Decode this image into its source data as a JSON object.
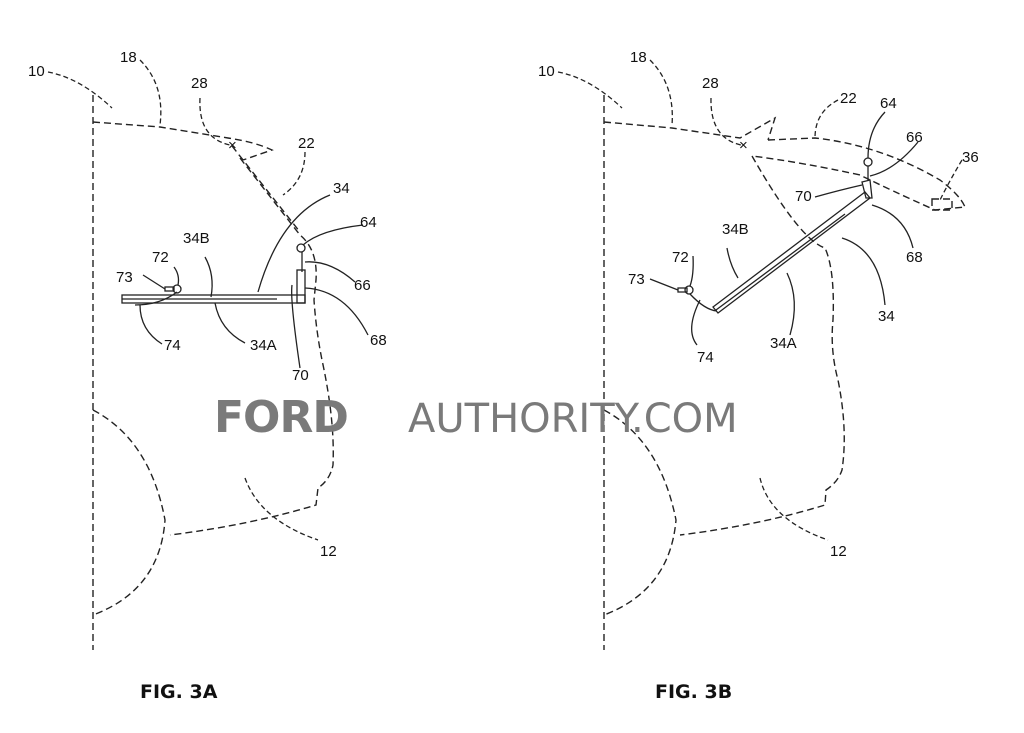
{
  "figures": [
    {
      "caption": "FIG. 3A",
      "labels": {
        "l10": "10",
        "l18": "18",
        "l28": "28",
        "l22": "22",
        "l34": "34",
        "l64": "64",
        "l34b": "34B",
        "l72": "72",
        "l73": "73",
        "l66": "66",
        "l74": "74",
        "l34a": "34A",
        "l68": "68",
        "l70": "70"
      }
    },
    {
      "caption": "FIG. 3B",
      "labels": {
        "l10": "10",
        "l18": "18",
        "l28": "28",
        "l22": "22",
        "l64": "64",
        "l66": "66",
        "l36": "36",
        "l70": "70",
        "l34b": "34B",
        "l72": "72",
        "l73": "73",
        "l68": "68",
        "l34": "34",
        "l34a": "34A",
        "l74": "74",
        "l12": "12"
      }
    }
  ],
  "fig_a_extra": {
    "l12": "12"
  },
  "watermark": {
    "brand": "FORD",
    "rest": "AUTHORITY.COM"
  }
}
